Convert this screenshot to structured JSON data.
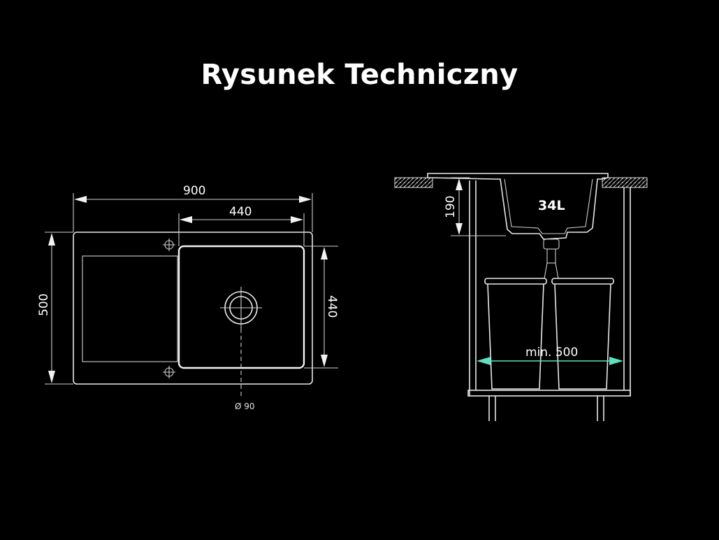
{
  "title": "Rysunek Techniczny",
  "top_view": {
    "width_label": "900",
    "bowl_width_label": "440",
    "height_label": "500",
    "bowl_height_label": "440",
    "drain_label": "Ø 90"
  },
  "side_view": {
    "depth_label": "190",
    "volume_label": "34L",
    "cabinet_label": "min. 500"
  },
  "colors": {
    "background": "#000000",
    "lines": "#e8e8e8",
    "accent": "#5fe0c0"
  }
}
